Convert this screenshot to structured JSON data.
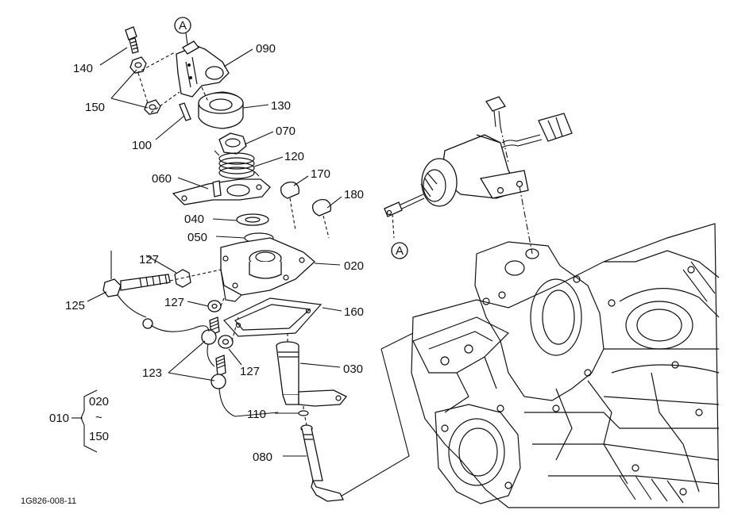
{
  "diagram": {
    "code": "1G826-008-11",
    "labels": {
      "p140": "140",
      "p150": "150",
      "p090": "090",
      "p130": "130",
      "p100": "100",
      "p070": "070",
      "p120": "120",
      "p060": "060",
      "p170": "170",
      "p180": "180",
      "p040": "040",
      "p050": "050",
      "p020": "020",
      "p127a": "127",
      "p127b": "127",
      "p127c": "127",
      "p125": "125",
      "p160": "160",
      "p123": "123",
      "p030": "030",
      "p110": "110",
      "p080": "080"
    },
    "group": {
      "parent": "010",
      "from": "020",
      "tilde": "~",
      "to": "150"
    },
    "refs": {
      "top": "A",
      "solenoid": "A"
    }
  }
}
